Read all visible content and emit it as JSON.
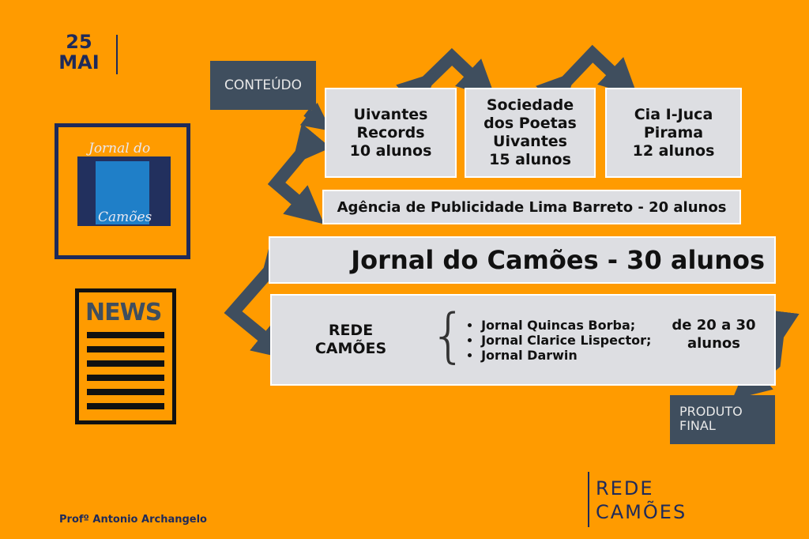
{
  "date": {
    "day": "25",
    "month": "MAI"
  },
  "tags": {
    "conteudo": "CONTEÚDO",
    "produto_final": [
      "PRODUTO",
      "FINAL"
    ]
  },
  "logo": {
    "line1": "Jornal do",
    "line2": "Camões"
  },
  "news_icon": {
    "label": "NEWS"
  },
  "boxes": {
    "uivantes_records": [
      "Uivantes",
      "Records",
      "10 alunos"
    ],
    "sociedade": [
      "Sociedade",
      "dos Poetas",
      "Uivantes",
      "15 alunos"
    ],
    "cia": [
      "Cia I-Juca",
      "Pirama",
      "12 alunos"
    ],
    "agencia": "Agência de Publicidade Lima Barreto - 20 alunos",
    "jornal": "Jornal do Camões - 30 alunos",
    "rede": {
      "title": [
        "REDE",
        "CAMÕES"
      ],
      "items": [
        "Jornal Quincas Borba;",
        "Jornal Clarice Lispector;",
        "Jornal Darwin"
      ],
      "count": [
        "de 20 a 30",
        "alunos"
      ]
    }
  },
  "footer": {
    "author": "Profº Antonio Archangelo",
    "brand": [
      "REDE",
      "CAMÕES"
    ]
  },
  "colors": {
    "background": "#FF9B00",
    "arrow": "#3F4E5E",
    "navy": "#1E2A5A",
    "box": "#DDDEE2"
  }
}
